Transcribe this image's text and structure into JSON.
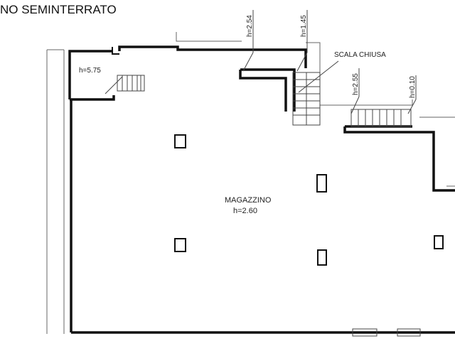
{
  "title": "NO SEMINTERRATO",
  "rooms": {
    "main_name": "MAGAZZINO",
    "main_height": "h=2.60",
    "small_height": "h=5.75"
  },
  "annotations": {
    "scala": "SCALA CHIUSA",
    "h254": "h=2.54",
    "h145": "h=1.45",
    "h255": "h=2.55",
    "h010": "h=0.10"
  }
}
